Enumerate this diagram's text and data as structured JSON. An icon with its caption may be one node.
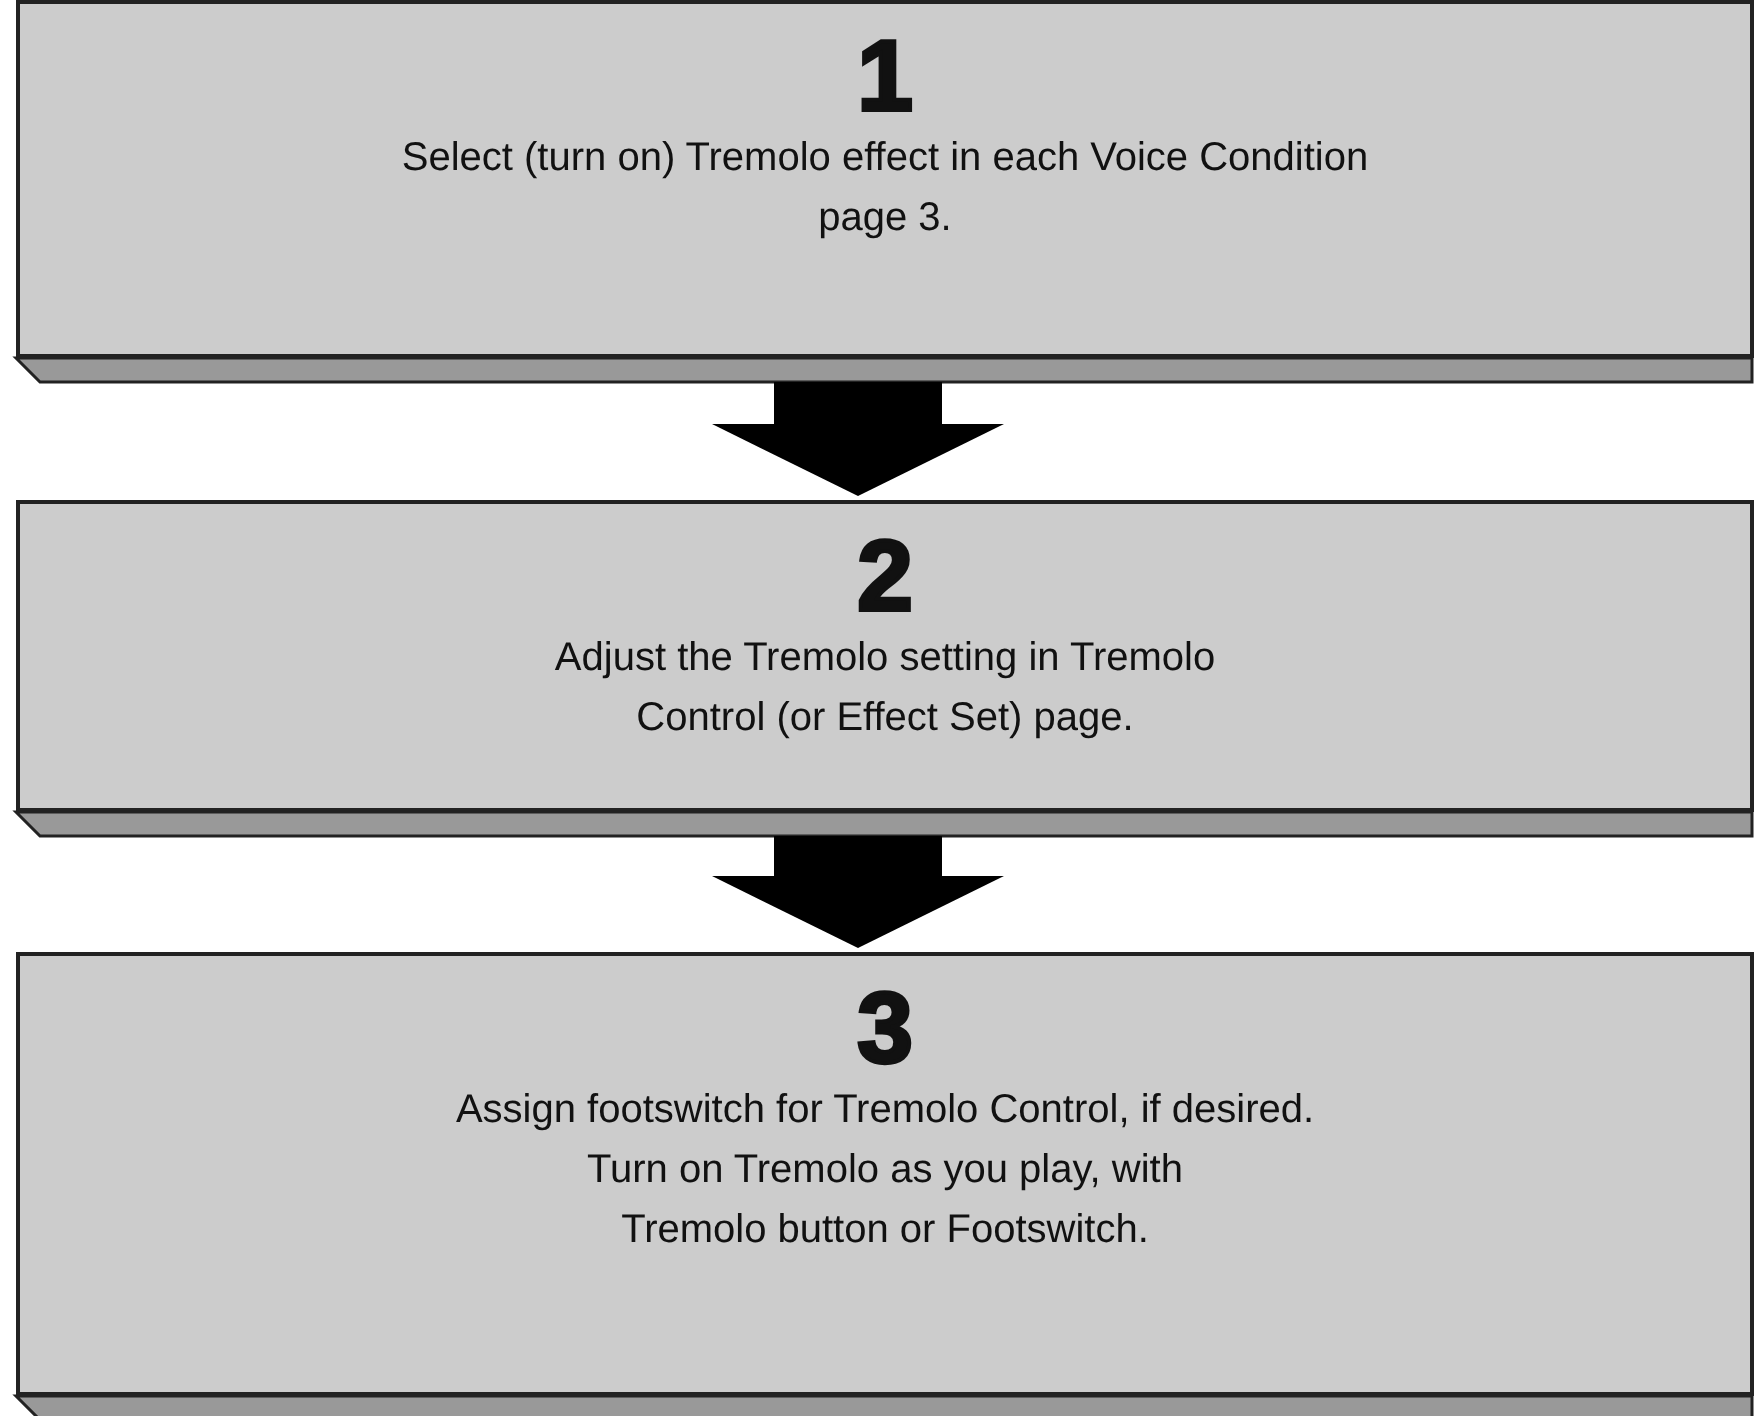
{
  "diagram": {
    "nodes": [
      {
        "text": [
          "1",
          "Select (turn on) Tremolo effect in each Voice Condition page 3."
        ]
      },
      {
        "text": [
          "2",
          "Adjust the Tremolo setting in Tremolo Control (or Effect Set) page."
        ]
      },
      {
        "text": [
          "3",
          "Assign footswitch for Tremolo Control, if desired.",
          "Turn on Tremolo as you play, with Tremolo button or Footswitch."
        ]
      }
    ],
    "edges": [
      {
        "from": 0,
        "to": 1,
        "arrow": "to"
      },
      {
        "from": 1,
        "to": 2,
        "arrow": "to"
      }
    ]
  }
}
